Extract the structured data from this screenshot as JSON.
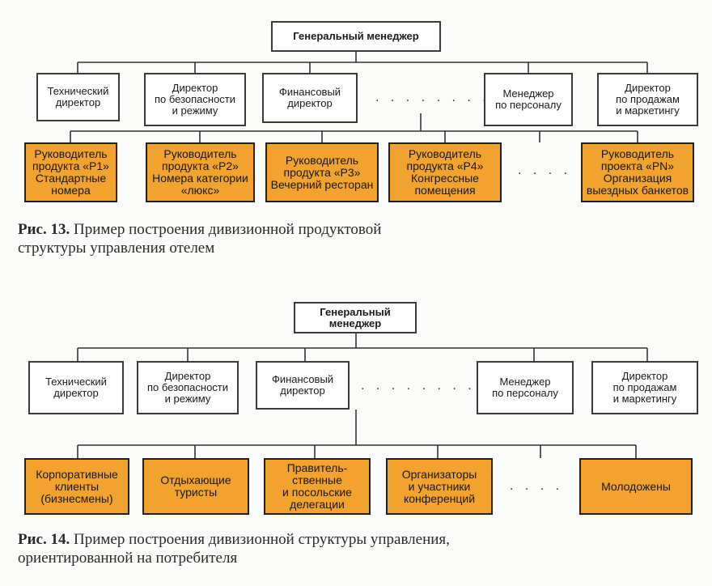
{
  "figure1": {
    "top": "Генеральный менеджер",
    "row1": [
      "Технический\nдиректор",
      "Директор\nпо безопасности\nи режиму",
      "Финансовый\nдиректор",
      "Менеджер\nпо персоналу",
      "Директор\nпо продажам\nи маркетингу"
    ],
    "row2": [
      "Руководитель\nпродукта «P1»\nСтандартные\nномера",
      "Руководитель\nпродукта «P2»\nНомера категории\n«люкс»",
      "Руководитель\nпродукта «P3»\nВечерний ресторан",
      "Руководитель\nпродукта «P4»\nКонгрессные\nпомещения",
      "Руководитель\nпроекта «PN»\nОрганизация\nвыездных банкетов"
    ],
    "dots1": ". . . . . . . . .",
    "dots2": ". . . .",
    "caption_label": "Рис. 13.",
    "caption_text": " Пример построения дивизионной продуктовой\nструктуры управления отелем"
  },
  "figure2": {
    "top": "Генеральный\nменеджер",
    "row1": [
      "Технический\nдиректор",
      "Директор\nпо безопасности\nи режиму",
      "Финансовый\nдиректор",
      "Менеджер\nпо персоналу",
      "Директор\nпо продажам\nи маркетингу"
    ],
    "row2": [
      "Корпоративные\nклиенты\n(бизнесмены)",
      "Отдыхающие\nтуристы",
      "Правитель-\nственные\nи посольские\nделегации",
      "Организаторы\nи участники\nконференций",
      "Молодожены"
    ],
    "dots1": ". . . . . . . . .",
    "dots2": ". . . .",
    "caption_label": "Рис. 14.",
    "caption_text": " Пример построения дивизионной структуры управления,\nориентированной на потребителя"
  }
}
